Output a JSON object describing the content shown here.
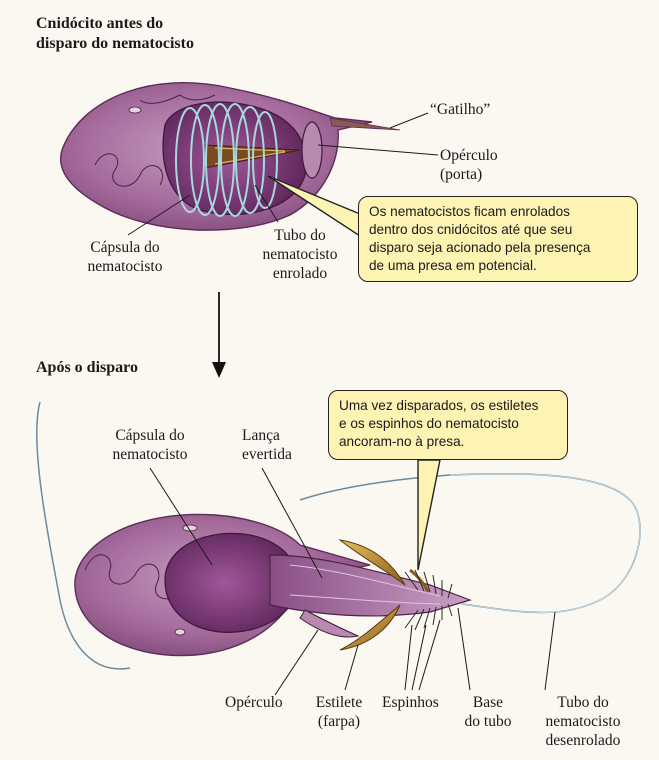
{
  "top_section": {
    "heading": "Cnidócito antes do\ndisparo do nematocisto",
    "labels": {
      "trigger": "“Gatilho”",
      "operculum": "Opérculo\n(porta)",
      "capsule": "Cápsula do\nnematocisto",
      "coiled_tube": "Tubo do\nnematocisto\nenrolado"
    },
    "callout": "Os nematocistos ficam enrolados\ndentro dos cnidócitos até que seu\ndisparo seja acionado pela presença\nde uma presa em potencial."
  },
  "bottom_section": {
    "heading": "Após o disparo",
    "labels": {
      "capsule": "Cápsula do\nnematocisto",
      "everted_lance": "Lança\nevertida",
      "operculum": "Opérculo",
      "stylet": "Estilete\n(farpa)",
      "spines": "Espinhos",
      "tube_base": "Base\ndo tubo",
      "uncoiled_tube": "Tubo do\nnematocisto\ndesenrolado"
    },
    "callout": "Uma vez disparados, os estiletes\ne os espinhos do nematocisto\nancoram-no à presa."
  },
  "colors": {
    "cell_body": "#9c5f93",
    "cell_light": "#c08bb8",
    "capsule": "#7e3d76",
    "coil": "#a8d8dd",
    "stylet": "#c9922e",
    "callout_bg": "#fdf3b3"
  }
}
